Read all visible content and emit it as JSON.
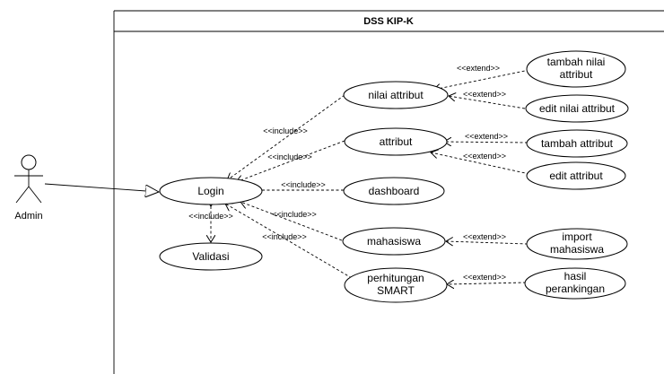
{
  "system": {
    "title": "DSS KIP-K"
  },
  "actor": {
    "name": "Admin"
  },
  "use_cases": {
    "login": "Login",
    "validasi": "Validasi",
    "nilai_attribut": "nilai attribut",
    "attribut": "attribut",
    "dashboard": "dashboard",
    "mahasiswa": "mahasiswa",
    "perhitungan_line1": "perhitungan",
    "perhitungan_line2": "SMART",
    "tambah_nilai_line1": "tambah nilai",
    "tambah_nilai_line2": "attribut",
    "edit_nilai_attribut": "edit nilai attribut",
    "tambah_attribut": "tambah attribut",
    "edit_attribut": "edit attribut",
    "import_line1": "import",
    "import_line2": "mahasiswa",
    "hasil_line1": "hasil",
    "hasil_line2": "perankingan"
  },
  "relations": {
    "include": "<<include>>",
    "extend": "<<extend>>"
  }
}
